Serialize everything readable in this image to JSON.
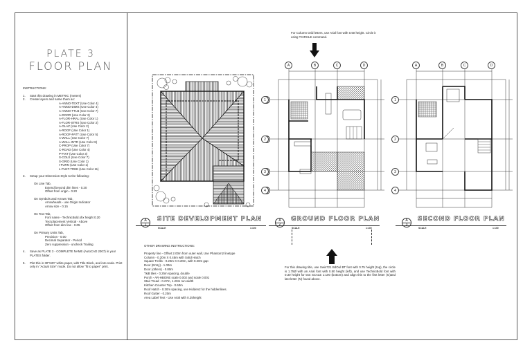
{
  "sheet": {
    "plate_label": "PLATE 3",
    "plate_subtitle": "FLOOR PLAN"
  },
  "instructions": {
    "heading": "INSTRUCTIONS:",
    "steps": [
      {
        "num": "1.",
        "text": "Start this drawing in METRIC (meters)"
      },
      {
        "num": "2.",
        "text": "Create layers and name them as:"
      }
    ],
    "layers": [
      "A-ANNO-TEXT  (Use Color 4)",
      "A-ANNO-DIMS  (Use Color 4)",
      "A-ANNO-TTLB  (Use Color 7)",
      "A-DOOR  (Use Color 2)",
      "A-FLOR-HRAL  (Use Color 1)",
      "A-FLOR-STRS  (Use Color 2)",
      "A-GLAZ  (Use Color 2)",
      "A-ROOF  (Use Color 1)",
      "A-ROOF-PATT  (Use Color 5)",
      "A-WALL  (Use Color 7)",
      "A-WALL-INTR  (Use Color 8)",
      "C-PROP  (Use Color 7)",
      "C-ROAD  (Use Color 4)",
      "P-FIXT  (Use Color 3)",
      "S-COLS  (Use Color 7)",
      "S-GRID  (Use Color 1)",
      "I-FURN  (Use Color 1)",
      "L-PLNT-TREE  (Use Color 11)"
    ],
    "step3": {
      "num": "3.",
      "text": "Setup your Dimension Style to the following:"
    },
    "dim_tabs": [
      {
        "tab": "On Line Tab,",
        "items": [
          "Extend beyond dim lines - 0.20",
          "Offset from origin - 0.20"
        ]
      },
      {
        "tab": "On Symbols and Arrows Tab,",
        "items": [
          "Arrowheads - use Origin Indicator",
          "Arrow size - 0.15"
        ]
      },
      {
        "tab": "On Text Tab,",
        "items": [
          "Font name - TechnicBold.shx height 0.20",
          "Text placement Vertical - Above",
          "Offset from dim line - 0.05"
        ]
      },
      {
        "tab": "On Primary Units Tab,",
        "items": [
          "Precision - 0.00",
          "Decimal Separator - Period",
          "Zero suppression - uncheck Trailing"
        ]
      }
    ],
    "step4": {
      "num": "4.",
      "text": "Save as PLATE 3 - COMPLETE NAME (AutoCAD 2007) in your PLATES folder."
    },
    "step5": {
      "num": "5.",
      "text": "Plot this in 30\"X20\" white paper, with Title Block, and into scale.  Print only in \"Actual Size\" mode.  Do not allow \"fit to paper\" print."
    }
  },
  "notes": {
    "column_grid": "For Column Grid letters, use Arial font with 0.50 height. Circle it using TCIRCLE command.",
    "drawing_title": "For this drawing title, use Swis721 BdOul BT font with 0.75 height (top), the circle is 1.75Ø with an Arial font with 0.50 height (left), and use TechnicBold font with 0.30 height for text SCALE 1:100 (bottom) and align this to the first letter (G)and last letter (N) found above."
  },
  "other_instructions": {
    "heading": "OTHER DRAWING INSTRUCTIONS:",
    "items": [
      "Property line - Offset 2.00m from outer wall, Use Phantom2 linetype",
      "Column - 0.20m X 0.45m with Solid Hatch",
      "Square Trellis - 0.20m X 0.20m, with 0.20m gap",
      "Door (Entry) - 1.00m",
      "Door (others) - 0.80m",
      "T&B tiles - 0.25m spacing, double",
      "Porch - AR-HBONE scale 0.002 and scale 0.001",
      "Stair Tread - 0.27m, 1.20m run width",
      "Kitchen Counter Top - 0.60m",
      "Roof Hatch - 0.30m spacing, use Hidden2 for the hiddenlines.",
      "Roof Gutter - 0.20m",
      "Area Label Text -  Use Arial with 0.25height"
    ]
  },
  "drawings": [
    {
      "title": "SITE DEVELOPMENT PLAN",
      "bubble_top": "A",
      "bubble_bottom": "1",
      "scale_label": "SCALE",
      "scale_value": "1:100"
    },
    {
      "title": "GROUND FLOOR PLAN",
      "bubble_top": "A",
      "bubble_bottom": "2",
      "scale_label": "SCALE",
      "scale_value": "1:100"
    },
    {
      "title": "SECOND FLOOR PLAN",
      "bubble_top": "A",
      "bubble_bottom": "3",
      "scale_label": "SCALE",
      "scale_value": "1:100"
    }
  ],
  "grid": {
    "columns": [
      "A",
      "B",
      "C",
      "D"
    ],
    "rows": [
      "1",
      "2",
      "3",
      "4"
    ]
  }
}
